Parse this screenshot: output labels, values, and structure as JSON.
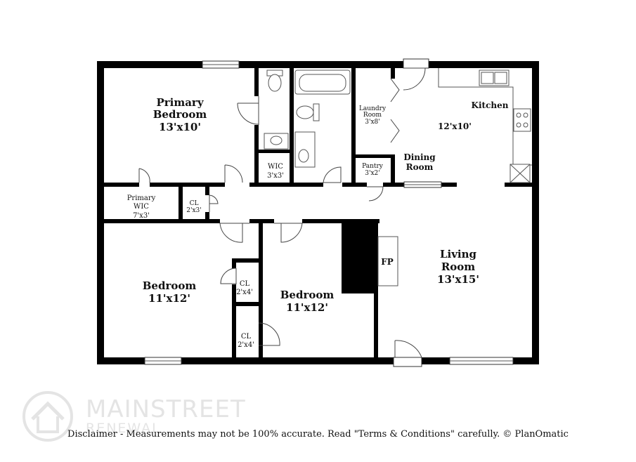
{
  "rooms": {
    "primary_bedroom": {
      "name_1": "Primary",
      "name_2": "Bedroom",
      "size": "13'x10'"
    },
    "primary_wic": {
      "name_1": "Primary",
      "name_2": "WIC",
      "size": "7'x3'"
    },
    "cl_hall": {
      "name": "CL",
      "size": "2'x3'"
    },
    "wic": {
      "name": "WIC",
      "size": "3'x3'"
    },
    "laundry": {
      "name_1": "Laundry",
      "name_2": "Room",
      "size": "3'x8'"
    },
    "pantry": {
      "name": "Pantry",
      "size": "3'x2'"
    },
    "kitchen": {
      "name": "Kitchen",
      "size": "12'x10'"
    },
    "dining": {
      "name_1": "Dining",
      "name_2": "Room"
    },
    "bedroom_left": {
      "name": "Bedroom",
      "size": "11'x12'"
    },
    "bedroom_center": {
      "name": "Bedroom",
      "size": "11'x12'"
    },
    "cl_upper": {
      "name": "CL",
      "size": "2'x4'"
    },
    "cl_lower": {
      "name": "CL",
      "size": "2'x4'"
    },
    "fireplace": {
      "name": "FP"
    },
    "living": {
      "name_1": "Living",
      "name_2": "Room",
      "size": "13'x15'"
    }
  },
  "logo": {
    "word_1": "MAINSTREET",
    "word_2": "RENEWAL",
    "icon": "house-circle-icon"
  },
  "disclaimer": "Disclaimer - Measurements may not be 100% accurate. Read \"Terms & Conditions\" carefully. © PlanOmatic",
  "colors": {
    "wall": "#000000",
    "background": "#ffffff"
  }
}
